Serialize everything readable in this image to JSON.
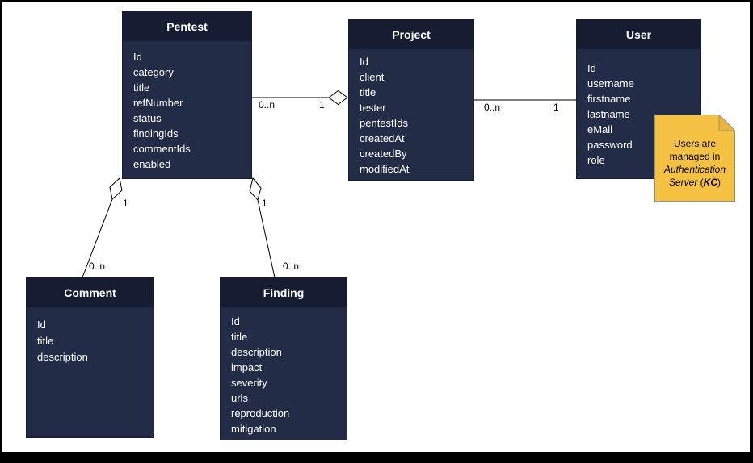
{
  "diagram": {
    "type": "entity-relationship",
    "entities": {
      "pentest": {
        "title": "Pentest",
        "fields": [
          "Id",
          "category",
          "title",
          "refNumber",
          "status",
          "findingIds",
          "commentIds",
          "enabled"
        ]
      },
      "project": {
        "title": "Project",
        "fields": [
          "Id",
          "client",
          "title",
          "tester",
          "pentestIds",
          "createdAt",
          "createdBy",
          "modifiedAt"
        ]
      },
      "user": {
        "title": "User",
        "fields": [
          "Id",
          "username",
          "firstname",
          "lastname",
          "eMail",
          "password",
          "role"
        ]
      },
      "comment": {
        "title": "Comment",
        "fields": [
          "Id",
          "title",
          "description"
        ]
      },
      "finding": {
        "title": "Finding",
        "fields": [
          "Id",
          "title",
          "description",
          "impact",
          "severity",
          "urls",
          "reproduction",
          "mitigation"
        ]
      }
    },
    "connections": [
      {
        "from": "Pentest",
        "to": "Project",
        "source_multiplicity": "0..n",
        "target_multiplicity": "1",
        "aggregation_diamond_at": "Project"
      },
      {
        "from": "Project",
        "to": "User",
        "source_multiplicity": "0..n",
        "target_multiplicity": "1"
      },
      {
        "from": "Pentest",
        "to": "Comment",
        "source_multiplicity": "1",
        "target_multiplicity": "0..n",
        "aggregation_diamond_at": "Pentest"
      },
      {
        "from": "Pentest",
        "to": "Finding",
        "source_multiplicity": "1",
        "target_multiplicity": "0..n",
        "aggregation_diamond_at": "Pentest"
      }
    ],
    "note": {
      "line1": "Users are",
      "line2": "managed in",
      "line3": "Authentication",
      "line4_server": "Server",
      "line4_open": " (",
      "line4_kc": "KC",
      "line4_close": ")"
    },
    "colors": {
      "entity_header": "#161d33",
      "entity_body": "#232c47",
      "entity_text": "#ffffff",
      "note_fill": "#f5c142",
      "note_border": "#999166",
      "line": "#000000"
    }
  }
}
